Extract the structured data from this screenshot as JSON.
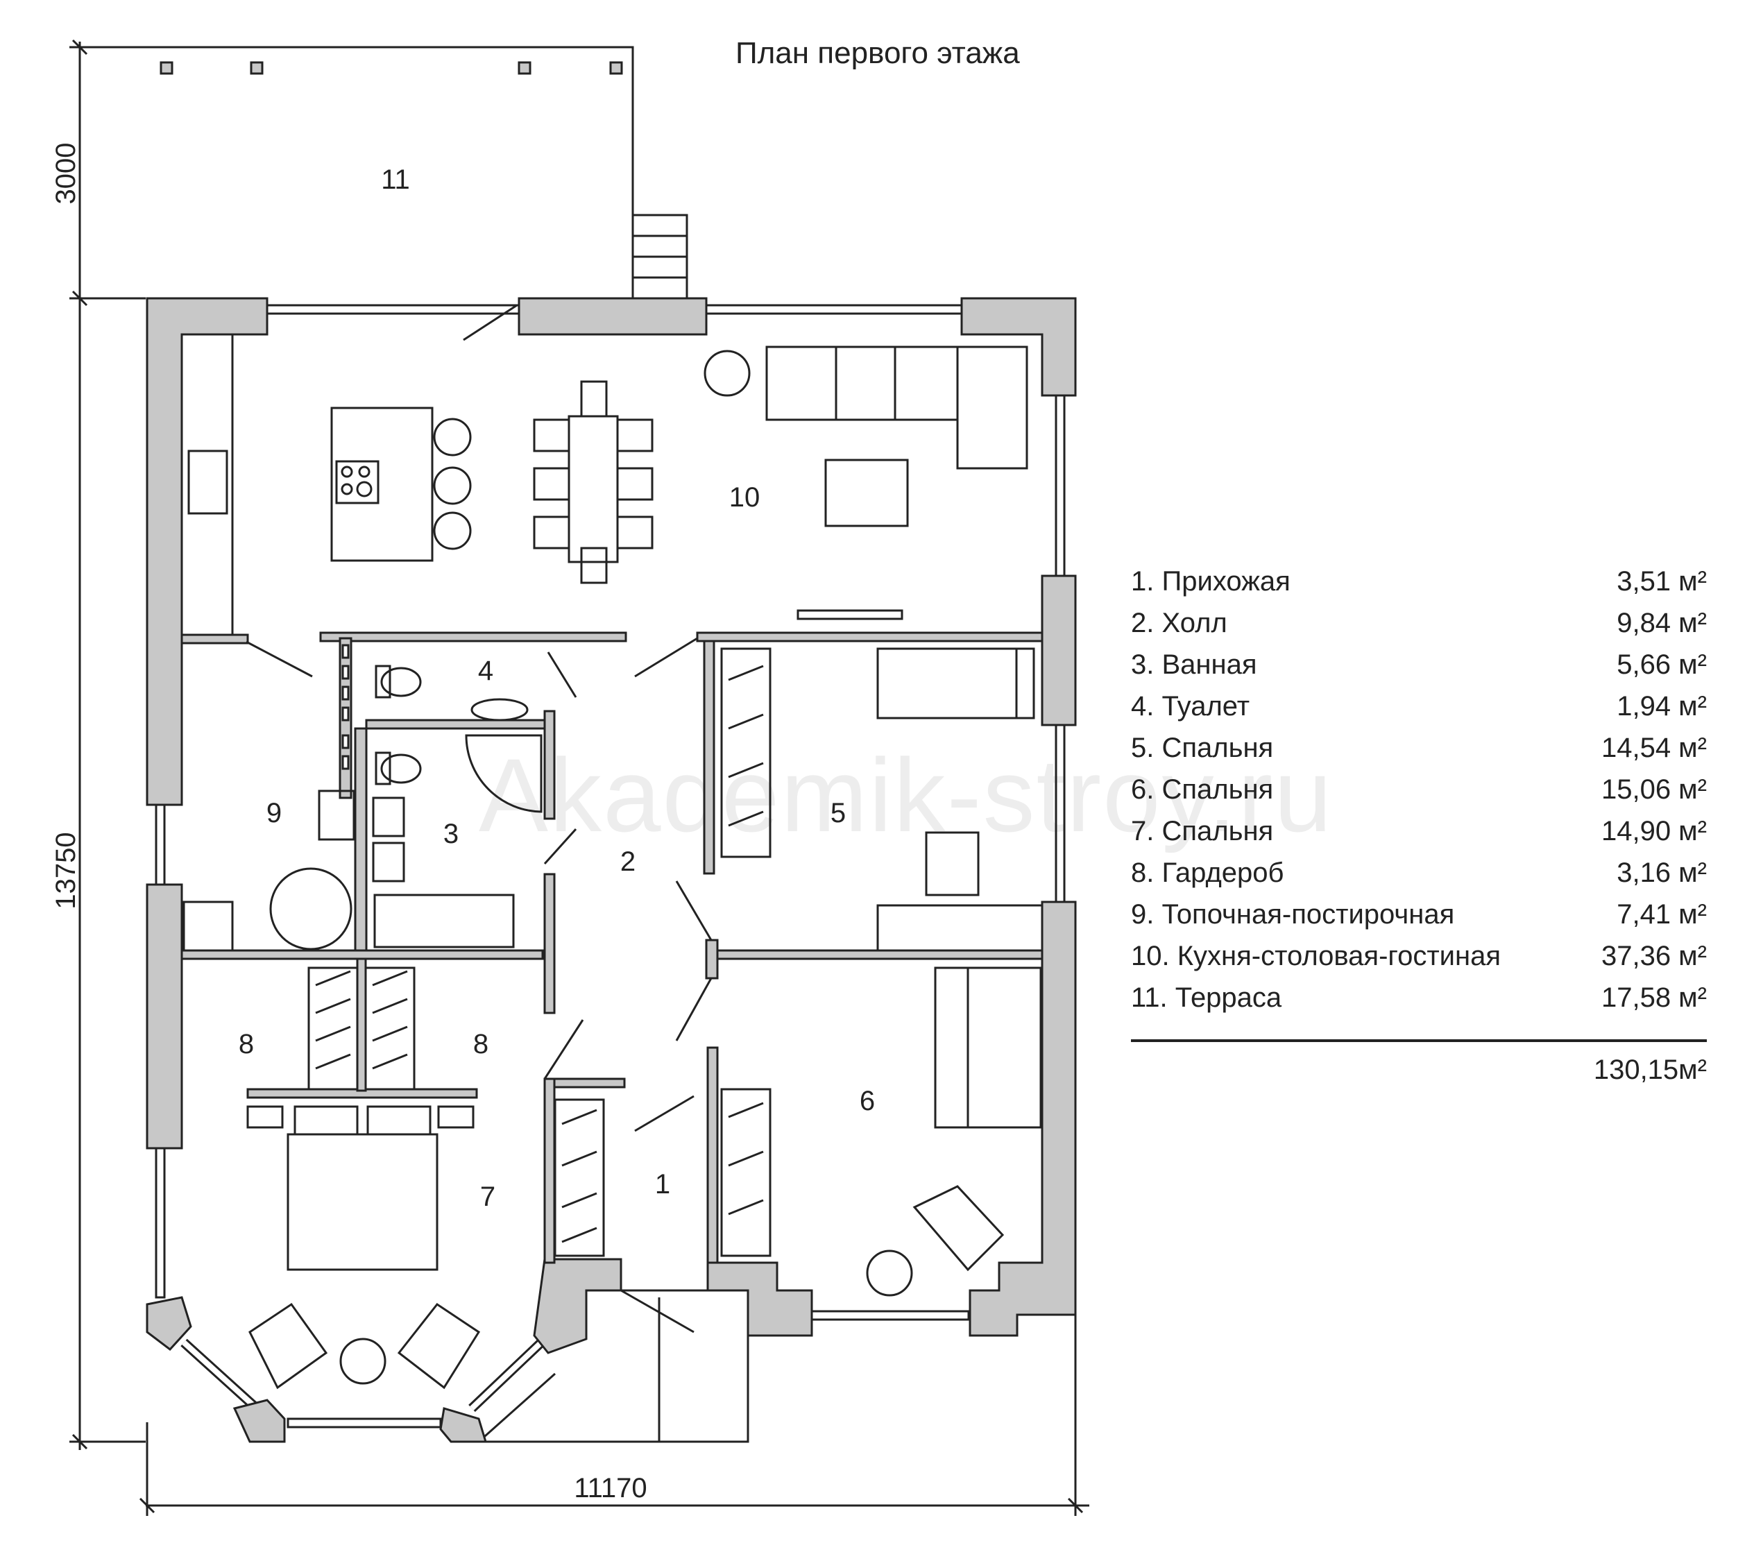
{
  "title": "План первого этажа",
  "watermark": "Akademik-stroy.ru",
  "dimensions": {
    "terrace_depth": "3000",
    "house_depth": "13750",
    "house_width": "11170"
  },
  "room_numbers": {
    "r1": "1",
    "r2": "2",
    "r3": "3",
    "r4": "4",
    "r5": "5",
    "r6": "6",
    "r7": "7",
    "r8a": "8",
    "r8b": "8",
    "r9": "9",
    "r10": "10",
    "r11": "11"
  },
  "legend": [
    {
      "name": "1. Прихожая",
      "area": "3,51 м²"
    },
    {
      "name": "2. Холл",
      "area": "9,84 м²"
    },
    {
      "name": "3. Ванная",
      "area": "5,66 м²"
    },
    {
      "name": "4. Туалет",
      "area": "1,94 м²"
    },
    {
      "name": "5. Спальня",
      "area": "14,54 м²"
    },
    {
      "name": "6. Спальня",
      "area": "15,06 м²"
    },
    {
      "name": "7. Спальня",
      "area": "14,90 м²"
    },
    {
      "name": "8. Гардероб",
      "area": "3,16 м²"
    },
    {
      "name": "9. Топочная-постирочная",
      "area": "7,41 м²"
    },
    {
      "name": "10. Кухня-столовая-гостиная",
      "area": "37,36 м²"
    },
    {
      "name": "11. Терраса",
      "area": "17,58 м²"
    }
  ],
  "total_area": "130,15м²",
  "colors": {
    "wall_fill": "#c8c8c8",
    "line": "#222222"
  }
}
